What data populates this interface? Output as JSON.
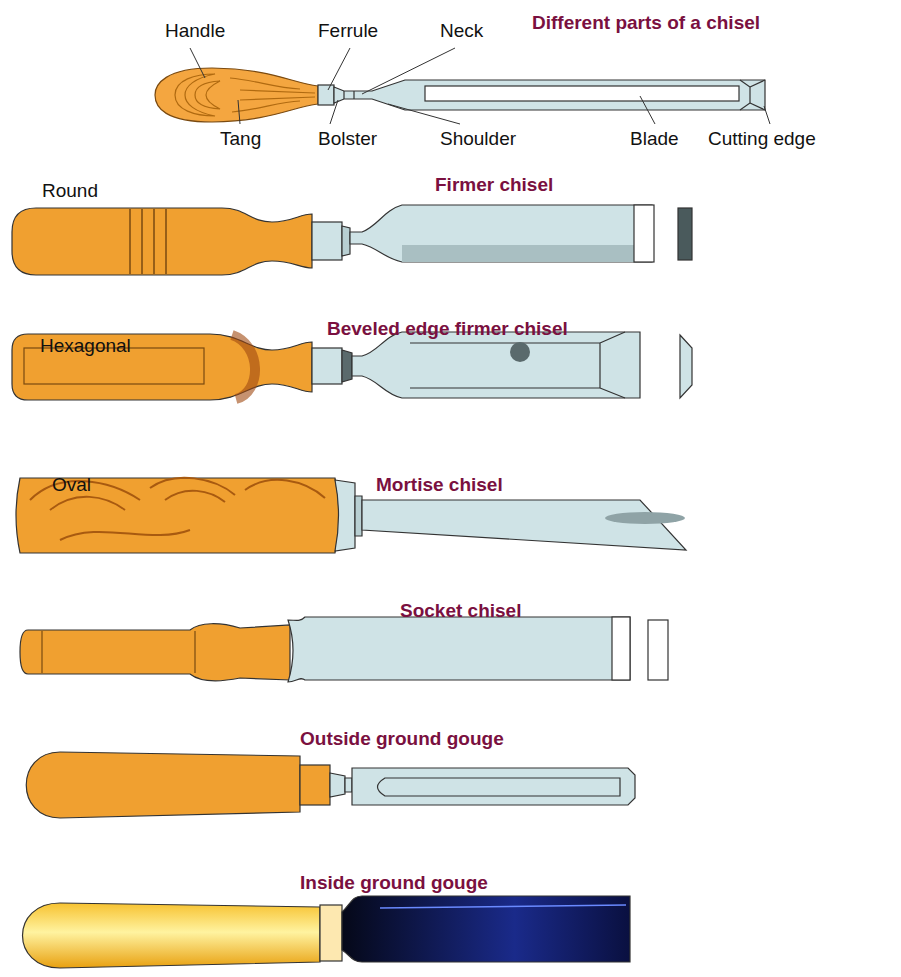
{
  "diagram": {
    "title": "Different parts of a chisel",
    "labels": [
      "Handle",
      "Ferrule",
      "Neck",
      "Tang",
      "Bolster",
      "Shoulder",
      "Blade",
      "Cutting edge",
      "Round",
      "Firmer chisel",
      "Hexagonal",
      "Beveled edge firmer chisel",
      "Oval",
      "Mortise chisel",
      "Socket chisel",
      "Outside ground gouge",
      "Inside ground gouge"
    ]
  }
}
